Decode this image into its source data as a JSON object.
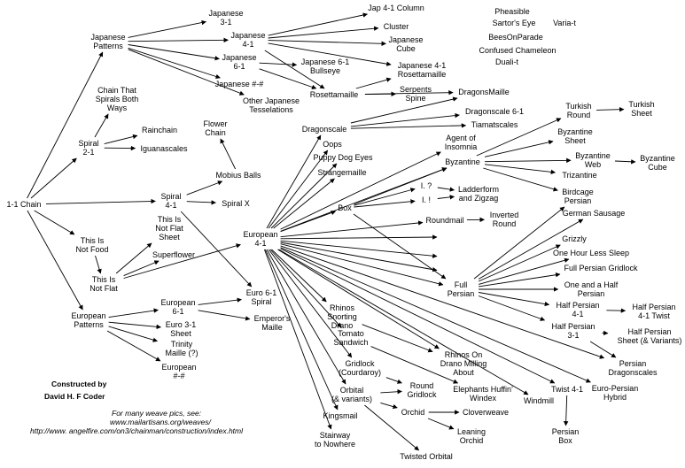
{
  "nodes": [
    {
      "id": "n1",
      "lines": [
        "1-1 Chain"
      ]
    },
    {
      "id": "jp",
      "lines": [
        "Japanese",
        "Patterns"
      ]
    },
    {
      "id": "sp21",
      "lines": [
        "Spiral",
        "2-1"
      ]
    },
    {
      "id": "sp41",
      "lines": [
        "Spiral",
        "4-1"
      ]
    },
    {
      "id": "notfood",
      "lines": [
        "This Is",
        "Not Food"
      ]
    },
    {
      "id": "notflat",
      "lines": [
        "This Is",
        "Not Flat"
      ]
    },
    {
      "id": "euro",
      "lines": [
        "European",
        "Patterns"
      ]
    },
    {
      "id": "j31",
      "lines": [
        "Japanese",
        "3-1"
      ]
    },
    {
      "id": "j41",
      "lines": [
        "Japanese",
        "4-1"
      ]
    },
    {
      "id": "j61",
      "lines": [
        "Japanese",
        "6-1"
      ]
    },
    {
      "id": "jpp",
      "lines": [
        "Japanese #-#"
      ]
    },
    {
      "id": "otherj",
      "lines": [
        "Other Japanese",
        "Tesselations"
      ]
    },
    {
      "id": "col",
      "lines": [
        "Jap 4-1 Column"
      ]
    },
    {
      "id": "cluster",
      "lines": [
        "Cluster"
      ]
    },
    {
      "id": "jcube",
      "lines": [
        "Japanese",
        "Cube"
      ]
    },
    {
      "id": "j41r",
      "lines": [
        "Japanese 4-1",
        "Rosettamaille"
      ]
    },
    {
      "id": "j61b",
      "lines": [
        "Japanese 6-1",
        "Bullseye"
      ]
    },
    {
      "id": "rosetta",
      "lines": [
        "Rosettamaille"
      ]
    },
    {
      "id": "serp",
      "lines": [
        "Serpents",
        "Spine"
      ]
    },
    {
      "id": "both",
      "lines": [
        "Chain That",
        "Spirals Both",
        "Ways"
      ]
    },
    {
      "id": "rain",
      "lines": [
        "Rainchain"
      ]
    },
    {
      "id": "iguana",
      "lines": [
        "Iguanascales"
      ]
    },
    {
      "id": "flower",
      "lines": [
        "Flower",
        "Chain"
      ]
    },
    {
      "id": "mobius",
      "lines": [
        "Mobius Balls"
      ]
    },
    {
      "id": "spx",
      "lines": [
        "Spiral X"
      ]
    },
    {
      "id": "nfsheet",
      "lines": [
        "This Is",
        "Not Flat",
        "Sheet"
      ]
    },
    {
      "id": "superflower",
      "lines": [
        "Superflower"
      ]
    },
    {
      "id": "e41",
      "lines": [
        "European",
        "4-1"
      ]
    },
    {
      "id": "e61",
      "lines": [
        "European",
        "6-1"
      ]
    },
    {
      "id": "e31",
      "lines": [
        "Euro 3-1",
        "Sheet"
      ]
    },
    {
      "id": "trinity",
      "lines": [
        "Trinity",
        "Maille (?)"
      ]
    },
    {
      "id": "epp",
      "lines": [
        "European",
        "#-#"
      ]
    },
    {
      "id": "e61s",
      "lines": [
        "Euro 6-1",
        "Spiral"
      ]
    },
    {
      "id": "emperor",
      "lines": [
        "Emperor's",
        "Maille"
      ]
    },
    {
      "id": "dragon",
      "lines": [
        "Dragonscale"
      ]
    },
    {
      "id": "oops",
      "lines": [
        "Oops"
      ]
    },
    {
      "id": "puppy",
      "lines": [
        "Puppy Dog Eyes"
      ]
    },
    {
      "id": "strange",
      "lines": [
        "Strangemaille"
      ]
    },
    {
      "id": "box",
      "lines": [
        "Box"
      ]
    },
    {
      "id": "roundmail",
      "lines": [
        "Roundmail"
      ]
    },
    {
      "id": "fullp",
      "lines": [
        "Full",
        "Persian"
      ]
    },
    {
      "id": "dmaille",
      "lines": [
        "DragonsMaille"
      ]
    },
    {
      "id": "d61",
      "lines": [
        "Dragonscale 6-1"
      ]
    },
    {
      "id": "tiamat",
      "lines": [
        "Tiamatscales"
      ]
    },
    {
      "id": "agent",
      "lines": [
        "Agent of",
        "Insomnia"
      ]
    },
    {
      "id": "byz",
      "lines": [
        "Byzantine"
      ]
    },
    {
      "id": "i1",
      "lines": [
        "I. ?"
      ]
    },
    {
      "id": "i2",
      "lines": [
        "I. !"
      ]
    },
    {
      "id": "ladder",
      "lines": [
        "Ladderform",
        "and Zigzag"
      ]
    },
    {
      "id": "inv",
      "lines": [
        "Inverted",
        "Round"
      ]
    },
    {
      "id": "turkr",
      "lines": [
        "Turkish",
        "Round"
      ]
    },
    {
      "id": "turks",
      "lines": [
        "Turkish",
        "Sheet"
      ]
    },
    {
      "id": "byzs",
      "lines": [
        "Byzantine",
        "Sheet"
      ]
    },
    {
      "id": "byzw",
      "lines": [
        "Byzantine",
        "Web"
      ]
    },
    {
      "id": "byzc",
      "lines": [
        "Byzantine",
        "Cube"
      ]
    },
    {
      "id": "triz",
      "lines": [
        "Trizantine"
      ]
    },
    {
      "id": "birdcage",
      "lines": [
        "Birdcage",
        "Persian"
      ]
    },
    {
      "id": "german",
      "lines": [
        "German Sausage"
      ]
    },
    {
      "id": "grizzly",
      "lines": [
        "Grizzly"
      ]
    },
    {
      "id": "ohls",
      "lines": [
        "One Hour Less Sleep"
      ]
    },
    {
      "id": "fpg",
      "lines": [
        "Full Persian Gridlock"
      ]
    },
    {
      "id": "ohp",
      "lines": [
        "One and a Half",
        "Persian"
      ]
    },
    {
      "id": "hp41",
      "lines": [
        "Half Persian",
        "4-1"
      ]
    },
    {
      "id": "hp41t",
      "lines": [
        "Half Persian",
        "4-1 Twist"
      ]
    },
    {
      "id": "hp31",
      "lines": [
        "Half Persian",
        "3-1"
      ]
    },
    {
      "id": "hp31s",
      "lines": [
        "Half Persian",
        "Sheet (& Variants)"
      ]
    },
    {
      "id": "pdragon",
      "lines": [
        "Persian",
        "Dragonscales"
      ]
    },
    {
      "id": "eph",
      "lines": [
        "Euro-Persian",
        "Hybrid"
      ]
    },
    {
      "id": "twist41",
      "lines": [
        "Twist 4-1"
      ]
    },
    {
      "id": "windmill",
      "lines": [
        "Windmill"
      ]
    },
    {
      "id": "pbox",
      "lines": [
        "Persian",
        "Box"
      ]
    },
    {
      "id": "rhinos",
      "lines": [
        "Rhinos",
        "Snorting",
        "Drano"
      ]
    },
    {
      "id": "tomato",
      "lines": [
        "Tomato",
        "Sandwich"
      ]
    },
    {
      "id": "rhinosmill",
      "lines": [
        "Rhinos On",
        "Drano Milling",
        "About"
      ]
    },
    {
      "id": "elephants",
      "lines": [
        "Elephants Huffin'",
        "Windex"
      ]
    },
    {
      "id": "gridlock",
      "lines": [
        "Gridlock",
        "(Courdaroy)"
      ]
    },
    {
      "id": "rgrid",
      "lines": [
        "Round",
        "Gridlock"
      ]
    },
    {
      "id": "orbital",
      "lines": [
        "Orbital",
        "(& variants)"
      ]
    },
    {
      "id": "orchid",
      "lines": [
        "Orchid"
      ]
    },
    {
      "id": "clover",
      "lines": [
        "Cloverweave"
      ]
    },
    {
      "id": "leaning",
      "lines": [
        "Leaning",
        "Orchid"
      ]
    },
    {
      "id": "twistorb",
      "lines": [
        "Twisted Orbital"
      ]
    },
    {
      "id": "kings",
      "lines": [
        "Kingsmail"
      ]
    },
    {
      "id": "stair",
      "lines": [
        "Stairway",
        "to Nowhere"
      ]
    },
    {
      "id": "pheas",
      "lines": [
        "Pheasible"
      ]
    },
    {
      "id": "sartor",
      "lines": [
        "Sartor's Eye"
      ]
    },
    {
      "id": "variat",
      "lines": [
        "Varia-t"
      ]
    },
    {
      "id": "bees",
      "lines": [
        "BeesOnParade"
      ]
    },
    {
      "id": "confused",
      "lines": [
        "Confused Chameleon"
      ]
    },
    {
      "id": "dualt",
      "lines": [
        "Duali-t"
      ]
    }
  ],
  "edges": [
    [
      "n1",
      "jp"
    ],
    [
      "n1",
      "sp21"
    ],
    [
      "n1",
      "sp41"
    ],
    [
      "n1",
      "notfood"
    ],
    [
      "n1",
      "euro"
    ],
    [
      "jp",
      "j31"
    ],
    [
      "jp",
      "j41"
    ],
    [
      "jp",
      "j61"
    ],
    [
      "jp",
      "jpp"
    ],
    [
      "jp",
      "otherj"
    ],
    [
      "j41",
      "col"
    ],
    [
      "j41",
      "cluster"
    ],
    [
      "j41",
      "jcube"
    ],
    [
      "j41",
      "j41r"
    ],
    [
      "j41",
      "rosetta"
    ],
    [
      "j61",
      "j61b"
    ],
    [
      "j61",
      "rosetta"
    ],
    [
      "rosetta",
      "j41r"
    ],
    [
      "rosetta",
      "serp"
    ],
    [
      "rosetta",
      "dmaille"
    ],
    [
      "sp21",
      "both"
    ],
    [
      "sp21",
      "rain"
    ],
    [
      "sp21",
      "iguana"
    ],
    [
      "sp41",
      "mobius"
    ],
    [
      "sp41",
      "spx"
    ],
    [
      "sp41",
      "e61s"
    ],
    [
      "mobius",
      "flower"
    ],
    [
      "notfood",
      "notflat"
    ],
    [
      "notflat",
      "nfsheet"
    ],
    [
      "notflat",
      "superflower"
    ],
    [
      "notflat",
      "e41"
    ],
    [
      "euro",
      "e61"
    ],
    [
      "euro",
      "e31"
    ],
    [
      "euro",
      "trinity"
    ],
    [
      "euro",
      "epp"
    ],
    [
      "e61",
      "e61s"
    ],
    [
      "e61",
      "emperor"
    ],
    [
      "e41",
      "dragon"
    ],
    [
      "e41",
      "oops"
    ],
    [
      "e41",
      "puppy"
    ],
    [
      "e41",
      "strange"
    ],
    [
      "e41",
      "box"
    ],
    [
      "e41",
      "roundmail"
    ],
    [
      "e41",
      "fullp"
    ],
    [
      "e41",
      "sp1"
    ],
    [
      "e41",
      "sp2"
    ],
    [
      "e41",
      "sp3"
    ],
    [
      "e41",
      "agent"
    ],
    [
      "e41",
      "byz"
    ],
    [
      "e41",
      "rhinos"
    ],
    [
      "e41",
      "tomato"
    ],
    [
      "e41",
      "gridlock"
    ],
    [
      "e41",
      "orbital"
    ],
    [
      "e41",
      "kings"
    ],
    [
      "e41",
      "stair"
    ],
    [
      "e41",
      "rhinosmill"
    ],
    [
      "e41",
      "windmill"
    ],
    [
      "e41",
      "twist41"
    ],
    [
      "e41",
      "eph"
    ],
    [
      "e41",
      "pdragon"
    ],
    [
      "dragon",
      "dmaille"
    ],
    [
      "dragon",
      "d61"
    ],
    [
      "dragon",
      "tiamat"
    ],
    [
      "box",
      "byz"
    ],
    [
      "box",
      "i1"
    ],
    [
      "box",
      "i2"
    ],
    [
      "box",
      "fullp"
    ],
    [
      "i1",
      "ladder"
    ],
    [
      "i2",
      "ladder"
    ],
    [
      "roundmail",
      "inv"
    ],
    [
      "byz",
      "turkr"
    ],
    [
      "byz",
      "byzs"
    ],
    [
      "byz",
      "byzw"
    ],
    [
      "byz",
      "triz"
    ],
    [
      "byz",
      "birdcage"
    ],
    [
      "turkr",
      "turks"
    ],
    [
      "byzw",
      "byzc"
    ],
    [
      "fullp",
      "birdcage"
    ],
    [
      "fullp",
      "german"
    ],
    [
      "fullp",
      "grizzly"
    ],
    [
      "fullp",
      "ohls"
    ],
    [
      "fullp",
      "fpg"
    ],
    [
      "fullp",
      "ohp"
    ],
    [
      "fullp",
      "hp41"
    ],
    [
      "fullp",
      "hp31"
    ],
    [
      "hp41",
      "hp41t"
    ],
    [
      "hp31",
      "hp31s"
    ],
    [
      "hp31",
      "pdragon"
    ],
    [
      "rhinos",
      "rhinosmill"
    ],
    [
      "tomato",
      "elephants"
    ],
    [
      "gridlock",
      "rgrid"
    ],
    [
      "orbital",
      "rgrid"
    ],
    [
      "orbital",
      "orchid"
    ],
    [
      "orbital",
      "twistorb"
    ],
    [
      "orchid",
      "clover"
    ],
    [
      "orchid",
      "leaning"
    ],
    [
      "twist41",
      "pbox"
    ]
  ],
  "credit": [
    "Constructed by",
    "David H. F Coder"
  ],
  "weave_note": [
    "For many weave pics, see:",
    "www.mailartisans.org/weaves/",
    "http://www. angelfire.com/on3/chainman/construction/index.html"
  ]
}
